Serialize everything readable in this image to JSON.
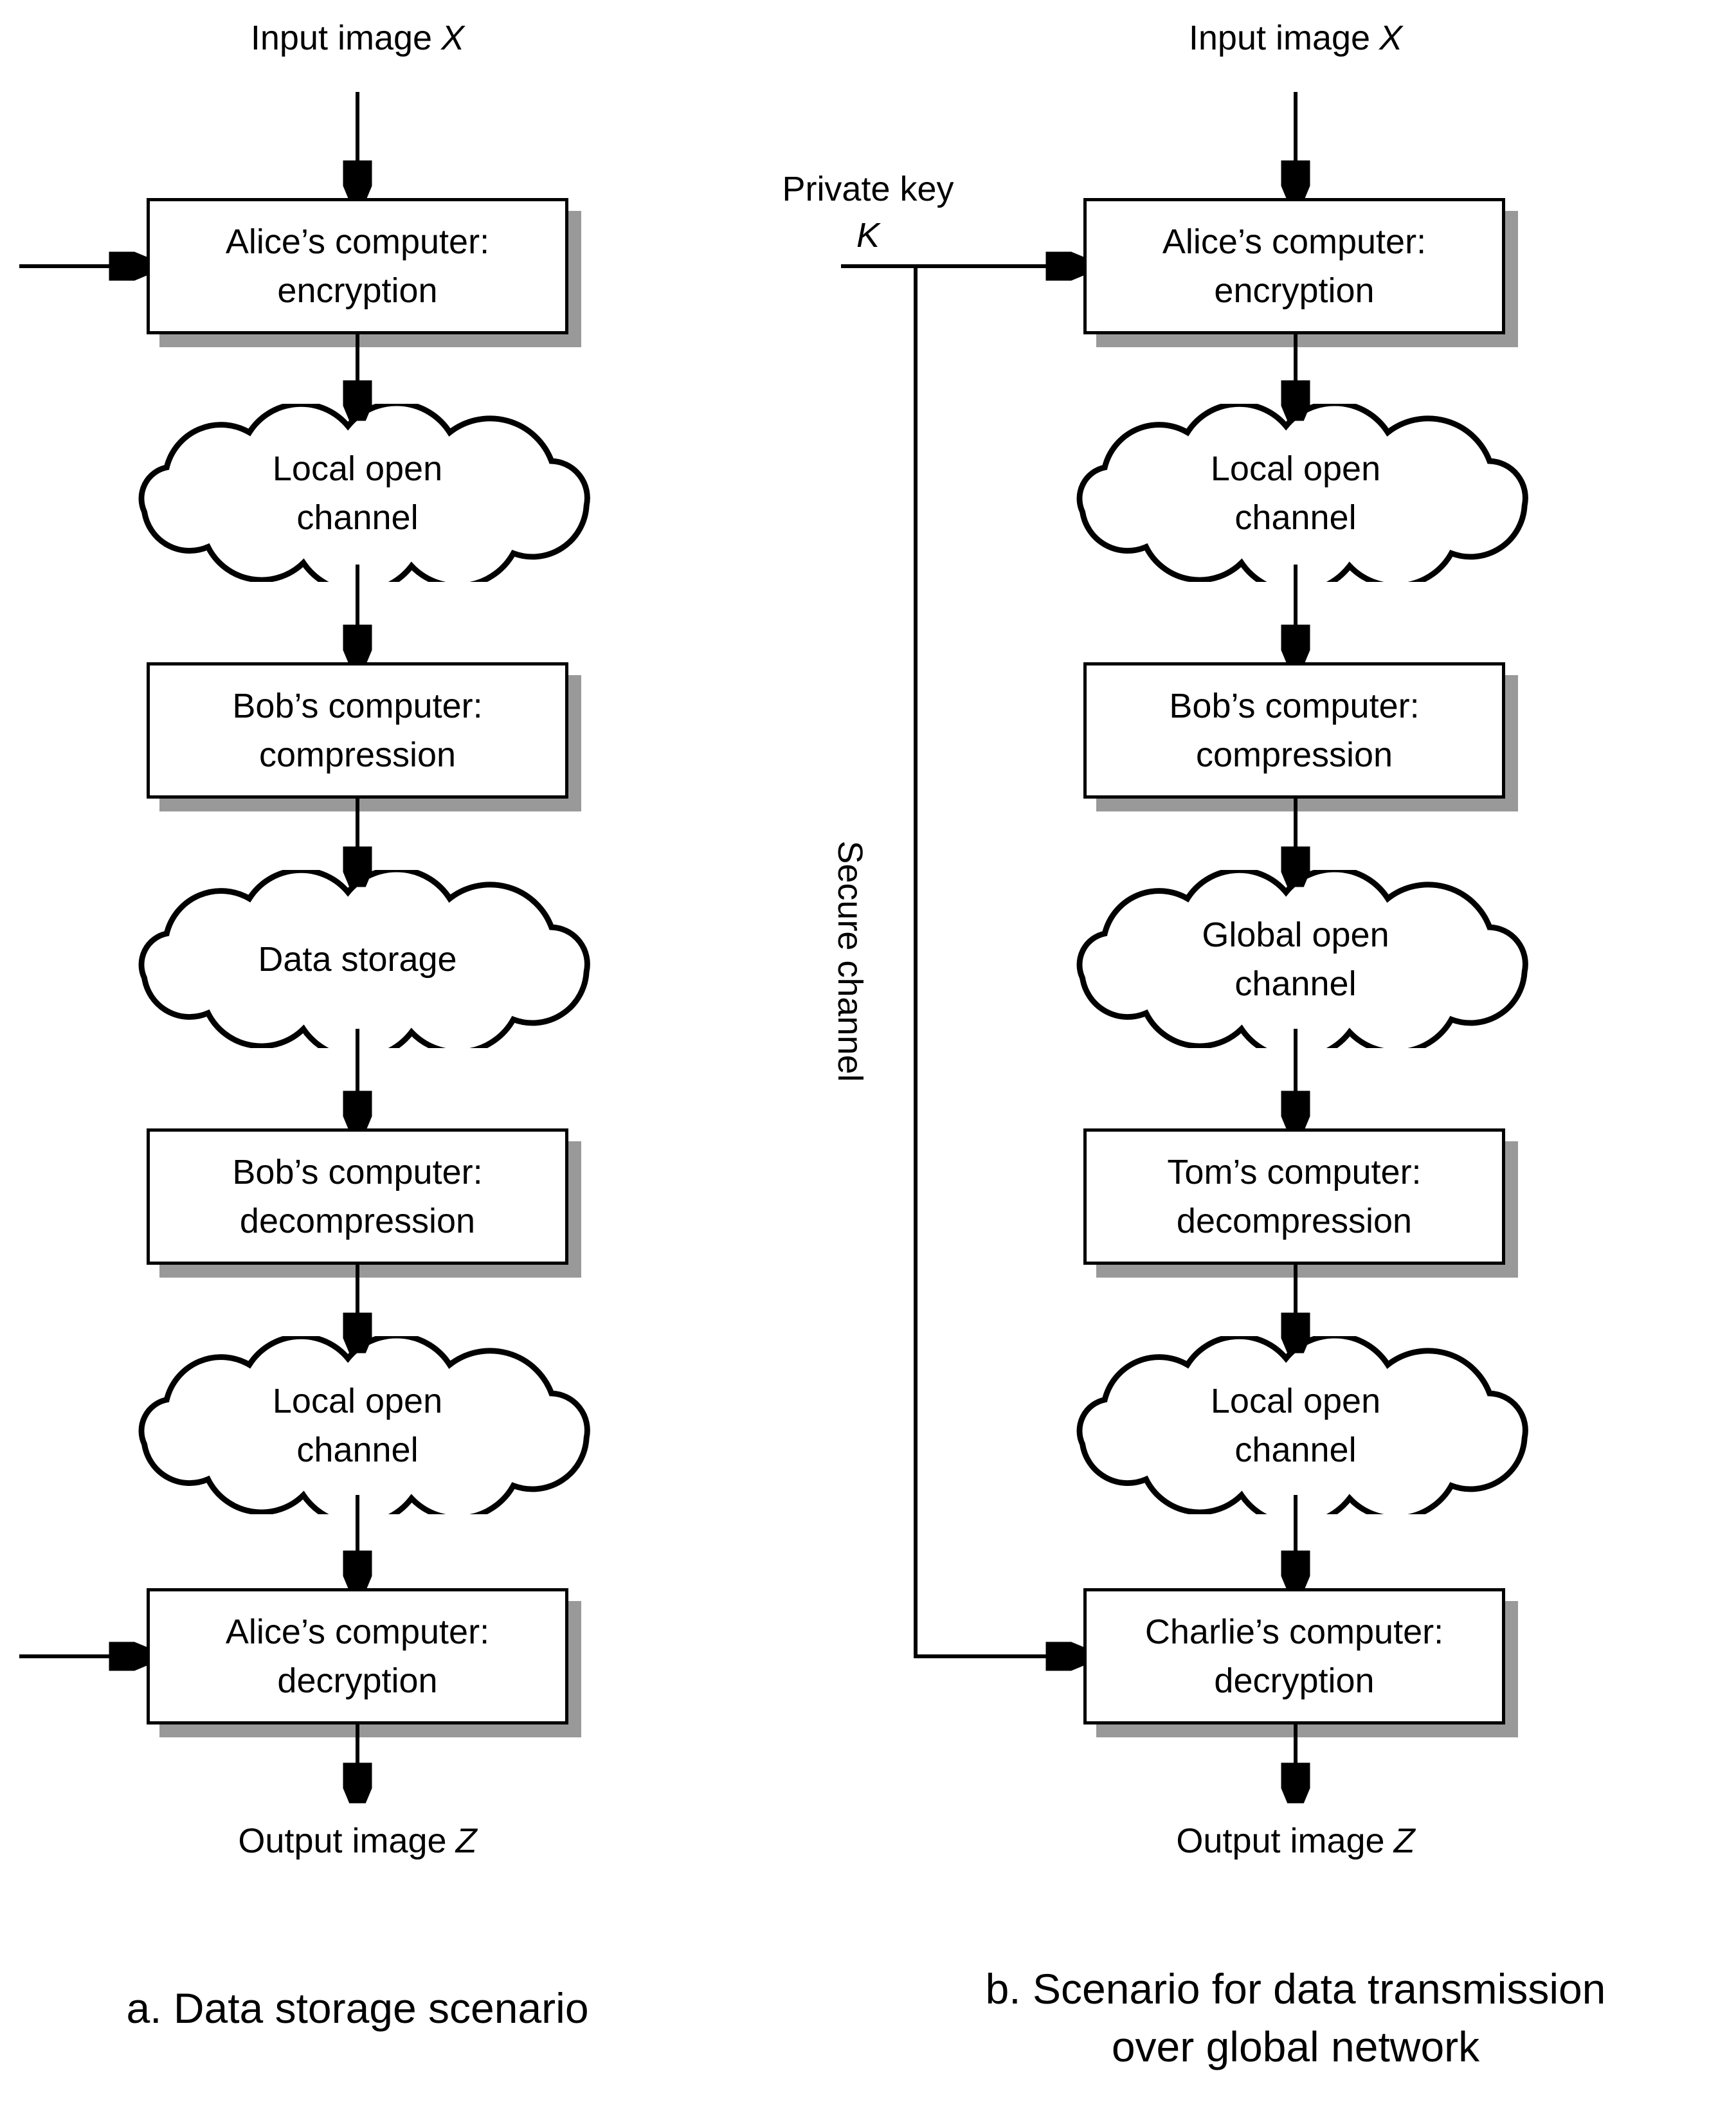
{
  "page": {
    "background": "#ffffff",
    "line_color": "#000000",
    "shadow_color": "#999999"
  },
  "diagram": {
    "scenario_a": {
      "caption": "a. Data storage scenario",
      "input_label": {
        "text": "Input image",
        "var": "X"
      },
      "output_label": {
        "text": "Output image",
        "var": "Z"
      },
      "nodes": [
        {
          "shape": "box",
          "line1": "Alice’s computer:",
          "line2": "encryption"
        },
        {
          "shape": "cloud",
          "line1": "Local open",
          "line2": "channel"
        },
        {
          "shape": "box",
          "line1": "Bob’s computer:",
          "line2": "compression"
        },
        {
          "shape": "cloud",
          "line1": "Data storage"
        },
        {
          "shape": "box",
          "line1": "Bob’s computer:",
          "line2": "decompression"
        },
        {
          "shape": "cloud",
          "line1": "Local open",
          "line2": "channel"
        },
        {
          "shape": "box",
          "line1": "Alice’s computer:",
          "line2": "decryption"
        }
      ]
    },
    "scenario_b": {
      "caption_line1": "b. Scenario for data transmission",
      "caption_line2": "over global network",
      "input_label": {
        "text": "Input image",
        "var": "X"
      },
      "output_label": {
        "text": "Output image",
        "var": "Z"
      },
      "private_key": {
        "line1": "Private key",
        "var": "K"
      },
      "secure_channel": "Secure channel",
      "nodes": [
        {
          "shape": "box",
          "line1": "Alice’s computer:",
          "line2": "encryption"
        },
        {
          "shape": "cloud",
          "line1": "Local open",
          "line2": "channel"
        },
        {
          "shape": "box",
          "line1": "Bob’s computer:",
          "line2": "compression"
        },
        {
          "shape": "cloud",
          "line1": "Global open",
          "line2": "channel"
        },
        {
          "shape": "box",
          "line1": "Tom’s computer:",
          "line2": "decompression"
        },
        {
          "shape": "cloud",
          "line1": "Local open",
          "line2": "channel"
        },
        {
          "shape": "box",
          "line1": "Charlie’s computer:",
          "line2": "decryption"
        }
      ]
    }
  }
}
